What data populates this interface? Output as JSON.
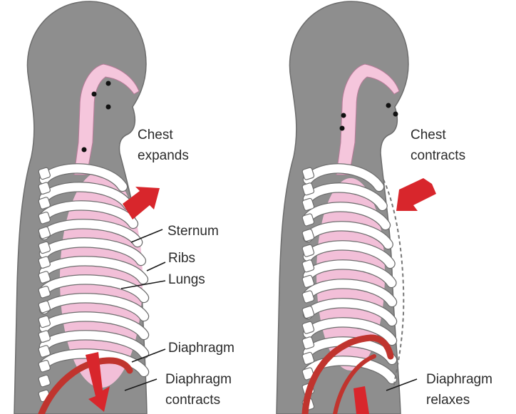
{
  "colors": {
    "body": "#8e8e8e",
    "body_outline": "#6c6c6c",
    "lung": "#f2bfd8",
    "airway": "#f5c6dc",
    "rib": "#ffffff",
    "arrow": "#d8262c",
    "diaphragm": "#c0342e",
    "text": "#2b2b2b"
  },
  "inhale": {
    "chest_label": [
      "Chest",
      "expands"
    ],
    "sternum_label": "Sternum",
    "ribs_label": "Ribs",
    "lungs_label": "Lungs",
    "diaphragm_label": "Diaphragm",
    "diaphragm_action_label": [
      "Diaphragm",
      "contracts"
    ]
  },
  "exhale": {
    "chest_label": [
      "Chest",
      "contracts"
    ],
    "diaphragm_action_label": [
      "Diaphragm",
      "relaxes"
    ]
  },
  "icons": {
    "air_flow": "air-flow-dot-icon",
    "chest_arrow": "arrow-icon"
  }
}
